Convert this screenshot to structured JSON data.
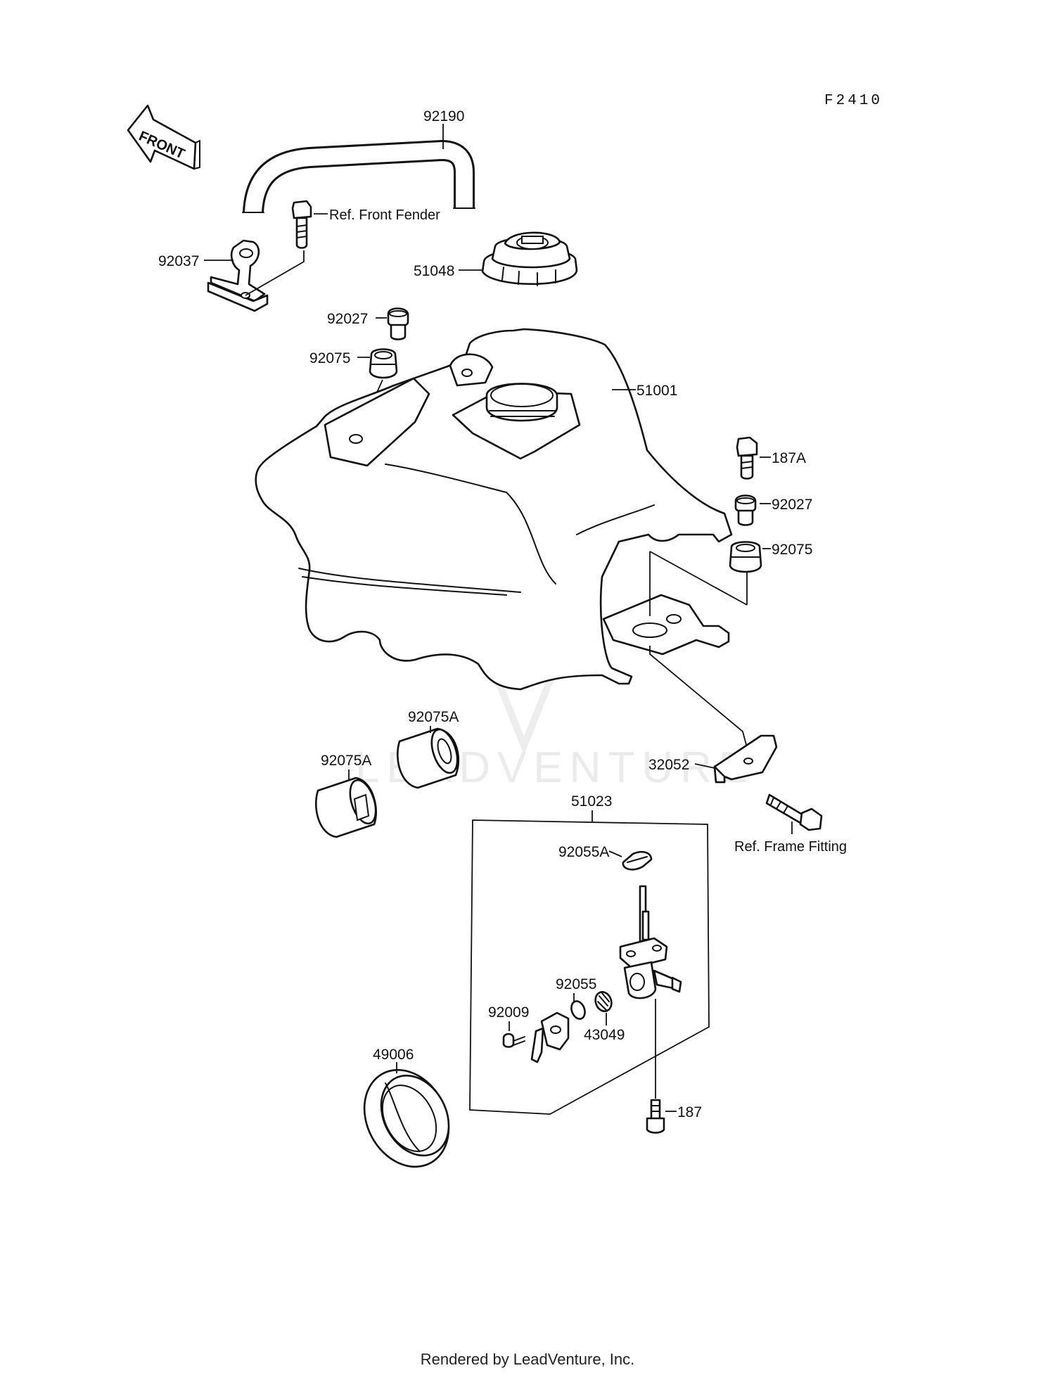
{
  "figure_code": "F2410",
  "front_arrow_label": "FRONT",
  "watermark_text": "LEADVENTURE",
  "footer_text": "Rendered by LeadVenture, Inc.",
  "parts": {
    "hose": "92190",
    "bolt_fender_ref": "Ref. Front Fender",
    "bracket": "92037",
    "fuel_cap": "51048",
    "collar_left": "92027",
    "damper_left": "92075",
    "fuel_tank": "51001",
    "bolt_right": "187A",
    "collar_right": "92027",
    "damper_right": "92075",
    "damper_a_upper": "92075A",
    "damper_a_lower": "92075A",
    "plate_bracket": "32052",
    "bolt_frame_ref": "Ref. Frame Fitting",
    "fuel_cock_assy": "51023",
    "packing": "92055A",
    "o_ring": "92055",
    "filter": "43049",
    "screw": "92009",
    "bolt_cock": "187",
    "grommet_cap": "49006"
  }
}
